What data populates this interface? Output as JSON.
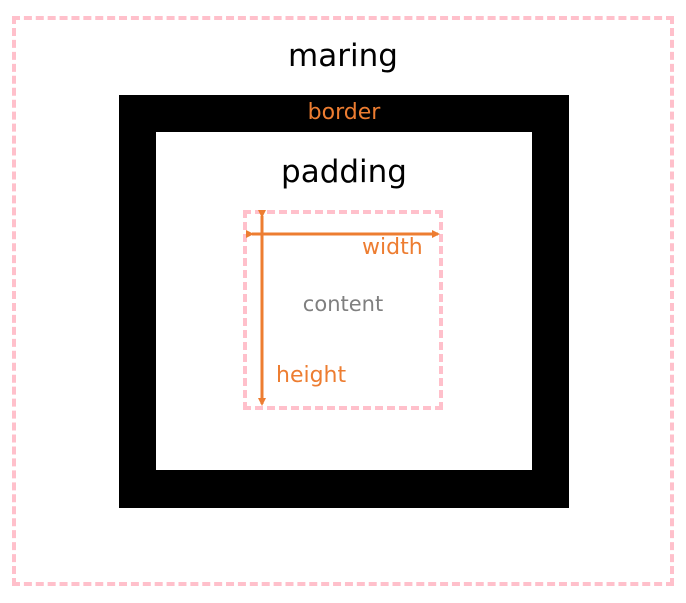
{
  "labels": {
    "margin": "maring",
    "border": "border",
    "padding": "padding",
    "content": "content",
    "width": "width",
    "height": "height"
  },
  "colors": {
    "margin_outline": "#ffc0cb",
    "border_fill": "#000000",
    "padding_fill": "#ffffff",
    "accent": "#ed7d31",
    "content_text": "#7f7f7f"
  }
}
